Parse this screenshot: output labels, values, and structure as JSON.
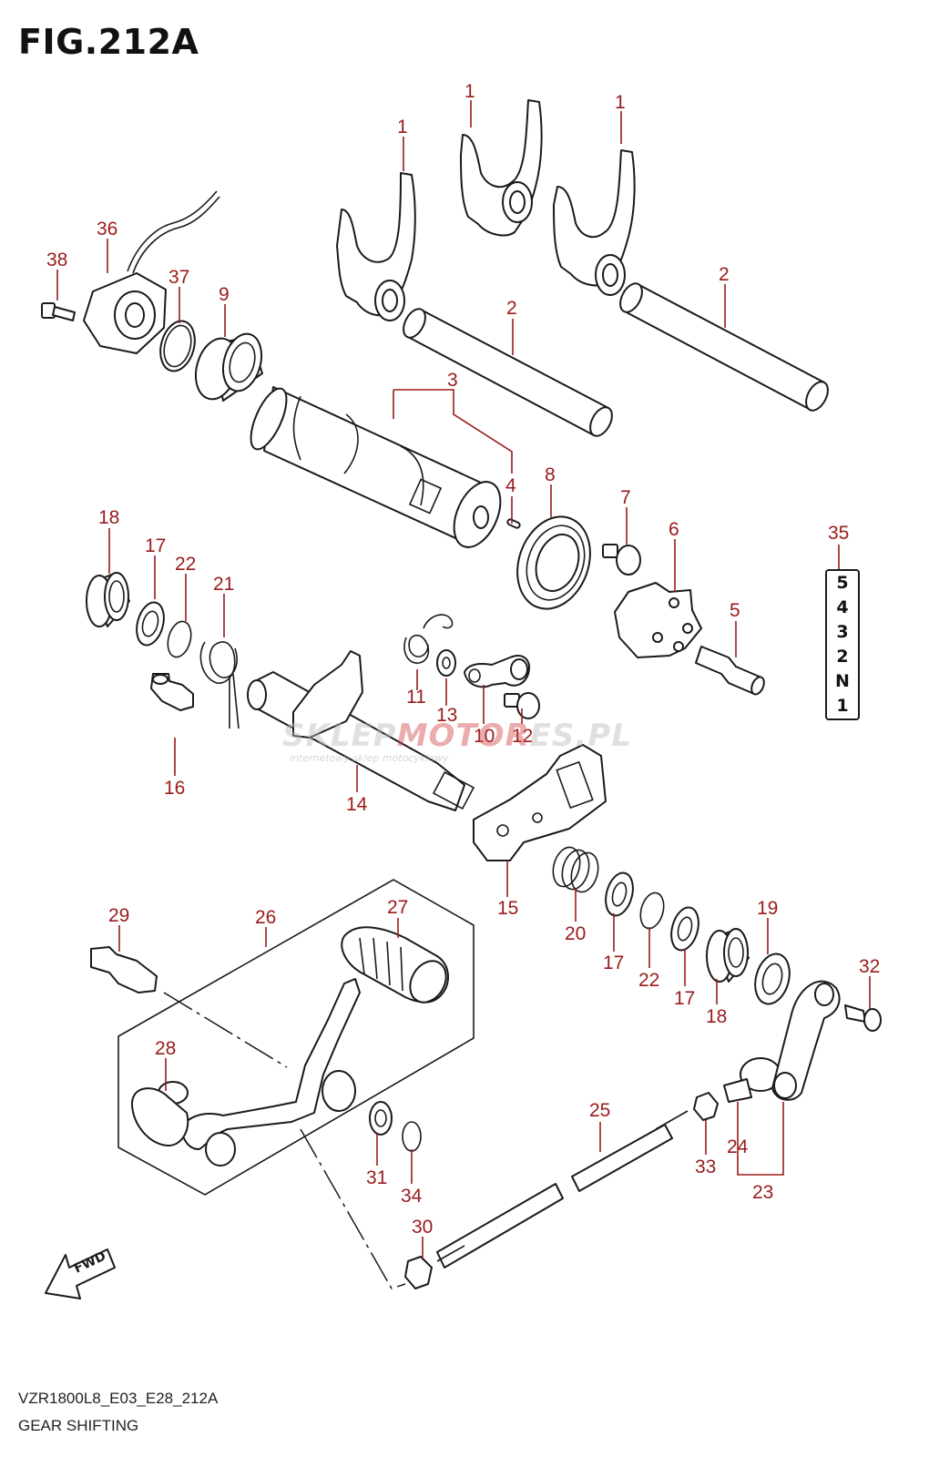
{
  "figure": {
    "title": "FIG.212A",
    "code": "VZR1800L8_E03_E28_212A",
    "name": "GEAR SHIFTING"
  },
  "gear_indicator": [
    "5",
    "4",
    "3",
    "2",
    "N",
    "1"
  ],
  "watermark": {
    "brand_a": "SKLEP",
    "brand_b": "MOTOR",
    "brand_c": "ES.PL",
    "tagline": "internetowy sklep motocyklowy"
  },
  "callouts": [
    {
      "id": "c1a",
      "label": "1"
    },
    {
      "id": "c1b",
      "label": "1"
    },
    {
      "id": "c1c",
      "label": "1"
    },
    {
      "id": "c2a",
      "label": "2"
    },
    {
      "id": "c2b",
      "label": "2"
    },
    {
      "id": "c3",
      "label": "3"
    },
    {
      "id": "c4",
      "label": "4"
    },
    {
      "id": "c5",
      "label": "5"
    },
    {
      "id": "c6",
      "label": "6"
    },
    {
      "id": "c7",
      "label": "7"
    },
    {
      "id": "c8",
      "label": "8"
    },
    {
      "id": "c9",
      "label": "9"
    },
    {
      "id": "c10",
      "label": "10"
    },
    {
      "id": "c11",
      "label": "11"
    },
    {
      "id": "c12",
      "label": "12"
    },
    {
      "id": "c13",
      "label": "13"
    },
    {
      "id": "c14",
      "label": "14"
    },
    {
      "id": "c15",
      "label": "15"
    },
    {
      "id": "c16",
      "label": "16"
    },
    {
      "id": "c17a",
      "label": "17"
    },
    {
      "id": "c17b",
      "label": "17"
    },
    {
      "id": "c17c",
      "label": "17"
    },
    {
      "id": "c18a",
      "label": "18"
    },
    {
      "id": "c18b",
      "label": "18"
    },
    {
      "id": "c19",
      "label": "19"
    },
    {
      "id": "c20",
      "label": "20"
    },
    {
      "id": "c21",
      "label": "21"
    },
    {
      "id": "c22a",
      "label": "22"
    },
    {
      "id": "c22b",
      "label": "22"
    },
    {
      "id": "c23",
      "label": "23"
    },
    {
      "id": "c24",
      "label": "24"
    },
    {
      "id": "c25",
      "label": "25"
    },
    {
      "id": "c26",
      "label": "26"
    },
    {
      "id": "c27",
      "label": "27"
    },
    {
      "id": "c28",
      "label": "28"
    },
    {
      "id": "c29",
      "label": "29"
    },
    {
      "id": "c30",
      "label": "30"
    },
    {
      "id": "c31",
      "label": "31"
    },
    {
      "id": "c32",
      "label": "32"
    },
    {
      "id": "c33",
      "label": "33"
    },
    {
      "id": "c34",
      "label": "34"
    },
    {
      "id": "c35",
      "label": "35"
    },
    {
      "id": "c36",
      "label": "36"
    },
    {
      "id": "c37",
      "label": "37"
    },
    {
      "id": "c38",
      "label": "38"
    }
  ],
  "fwd_label": "FWD",
  "colors": {
    "callout": "#9a1b1b",
    "line": "#1a1a1a"
  }
}
